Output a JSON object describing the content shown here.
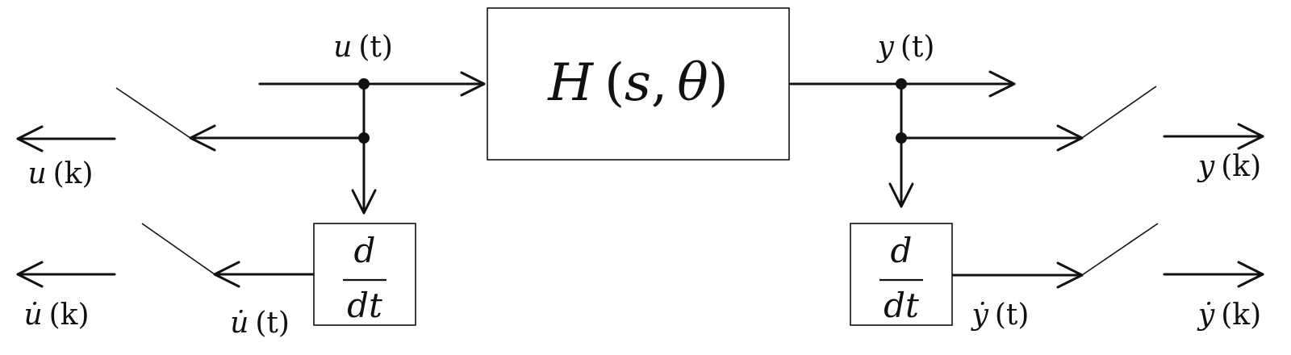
{
  "blocks": {
    "plant": {
      "symbol": "H",
      "open": "(",
      "arg1": "s",
      "comma": ",",
      "arg2": "θ",
      "close": ")"
    },
    "diff_left": {
      "num": "d",
      "den": "dt"
    },
    "diff_right": {
      "num": "d",
      "den": "dt"
    }
  },
  "signals": {
    "u_t": {
      "sym": "u",
      "arg": "(t)"
    },
    "y_t": {
      "sym": "y",
      "arg": "(t)"
    },
    "u_k": {
      "sym": "u",
      "arg": "(k)"
    },
    "y_k": {
      "sym": "y",
      "arg": "(k)"
    },
    "udot_t": {
      "sym": "u̇",
      "arg": "(t)"
    },
    "udot_k": {
      "sym": "u̇",
      "arg": "(k)"
    },
    "ydot_t": {
      "sym": "ẏ",
      "arg": "(t)"
    },
    "ydot_k": {
      "sym": "ẏ",
      "arg": "(k)"
    }
  }
}
